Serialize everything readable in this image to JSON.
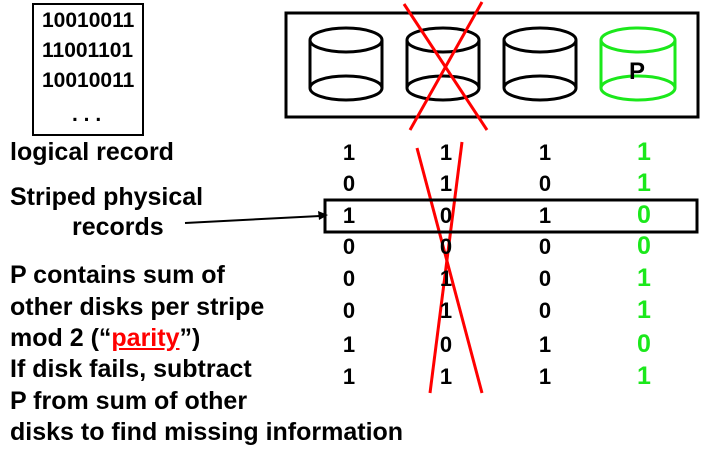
{
  "logical_record_box": {
    "lines": [
      "10010011",
      "11001101",
      "10010011",
      ". . ."
    ]
  },
  "disks": {
    "parity_label": "P",
    "failed_disk_index": 1
  },
  "labels": {
    "logical_record": "logical record",
    "striped_1": "Striped physical",
    "striped_2": "records",
    "p1": "P contains sum of",
    "p2": "other disks per stripe",
    "p3_pre": "mod 2 (“",
    "p3_link": "parity",
    "p3_post": "”)",
    "p4": "If disk fails, subtract",
    "p5": "P from sum of other",
    "p6": "disks to find missing information"
  },
  "columns": [
    [
      "1",
      "0",
      "1",
      "0",
      "0",
      "0",
      "1",
      "1"
    ],
    [
      "1",
      "1",
      "0",
      "0",
      "1",
      "1",
      "0",
      "1"
    ],
    [
      "1",
      "0",
      "1",
      "0",
      "0",
      "0",
      "1",
      "1"
    ],
    [
      "1",
      "1",
      "0",
      "0",
      "1",
      "1",
      "0",
      "1"
    ]
  ],
  "colors": {
    "failed": "#ff0000",
    "parity": "#1be81b"
  }
}
